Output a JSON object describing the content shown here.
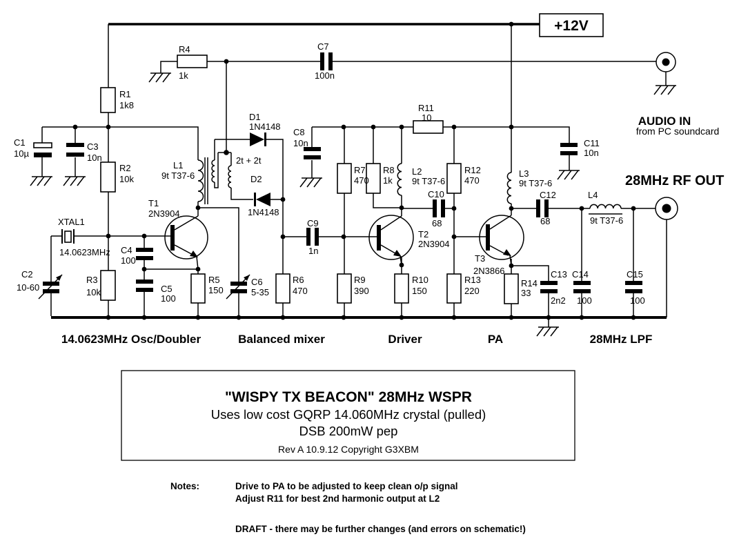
{
  "power": {
    "supply_label": "+12V"
  },
  "connectors": {
    "audio_in": {
      "title": "AUDIO IN",
      "subtitle": "from PC soundcard"
    },
    "rf_out": {
      "title": "28MHz RF OUT"
    }
  },
  "sections": {
    "osc": "14.0623MHz Osc/Doubler",
    "mixer": "Balanced mixer",
    "driver": "Driver",
    "pa": "PA",
    "lpf": "28MHz LPF"
  },
  "components": {
    "r1": {
      "ref": "R1",
      "value": "1k8"
    },
    "r2": {
      "ref": "R2",
      "value": "10k"
    },
    "r3": {
      "ref": "R3",
      "value": "10k"
    },
    "r4": {
      "ref": "R4",
      "value": "1k"
    },
    "r5": {
      "ref": "R5",
      "value": "150"
    },
    "r6": {
      "ref": "R6",
      "value": "470"
    },
    "r7": {
      "ref": "R7",
      "value": "470"
    },
    "r8": {
      "ref": "R8",
      "value": "1k"
    },
    "r9": {
      "ref": "R9",
      "value": "390"
    },
    "r10": {
      "ref": "R10",
      "value": "150"
    },
    "r11": {
      "ref": "R11",
      "value": "10"
    },
    "r12": {
      "ref": "R12",
      "value": "470"
    },
    "r13": {
      "ref": "R13",
      "value": "220"
    },
    "r14": {
      "ref": "R14",
      "value": "33"
    },
    "c1": {
      "ref": "C1",
      "value": "10µ"
    },
    "c2": {
      "ref": "C2",
      "value": "10-60"
    },
    "c3": {
      "ref": "C3",
      "value": "10n"
    },
    "c4": {
      "ref": "C4",
      "value": "100"
    },
    "c5": {
      "ref": "C5",
      "value": "100"
    },
    "c6": {
      "ref": "C6",
      "value": "5-35"
    },
    "c7": {
      "ref": "C7",
      "value": "100n"
    },
    "c8": {
      "ref": "C8",
      "value": "10n"
    },
    "c9": {
      "ref": "C9",
      "value": "1n"
    },
    "c10": {
      "ref": "C10",
      "value": "68"
    },
    "c11": {
      "ref": "C11",
      "value": "10n"
    },
    "c12": {
      "ref": "C12",
      "value": "68"
    },
    "c13": {
      "ref": "C13",
      "value": "2n2"
    },
    "c14": {
      "ref": "C14",
      "value": "100"
    },
    "c15": {
      "ref": "C15",
      "value": "100"
    },
    "l1": {
      "ref": "L1",
      "value": "9t T37-6"
    },
    "l2": {
      "ref": "L2",
      "value": "9t T37-6"
    },
    "l3": {
      "ref": "L3",
      "value": "9t T37-6"
    },
    "l4": {
      "ref": "L4",
      "value": "9t T37-6"
    },
    "d1": {
      "ref": "D1",
      "value": "1N4148"
    },
    "d2": {
      "ref": "D2",
      "value": "1N4148"
    },
    "t1": {
      "ref": "T1",
      "value": "2N3904"
    },
    "t2": {
      "ref": "T2",
      "value": "2N3904"
    },
    "t3": {
      "ref": "T3",
      "value": "2N3866"
    },
    "xtal1": {
      "ref": "XTAL1",
      "value": "14.0623MHz"
    },
    "xfmr": {
      "secondary": "2t + 2t"
    }
  },
  "title_block": {
    "line1": "\"WISPY TX BEACON\" 28MHz WSPR",
    "line2": "Uses low cost GQRP 14.060MHz crystal (pulled)",
    "line3": "DSB 200mW pep",
    "line4": "Rev A 10.9.12   Copyright G3XBM"
  },
  "notes": {
    "heading": "Notes:",
    "line1": "Drive to PA to be adjusted to keep clean o/p signal",
    "line2": "Adjust R11 for best 2nd harmonic output at L2",
    "draft": "DRAFT - there may be further changes (and errors on schematic!)"
  },
  "colors": {
    "ink": "#000000",
    "background": "#ffffff"
  }
}
